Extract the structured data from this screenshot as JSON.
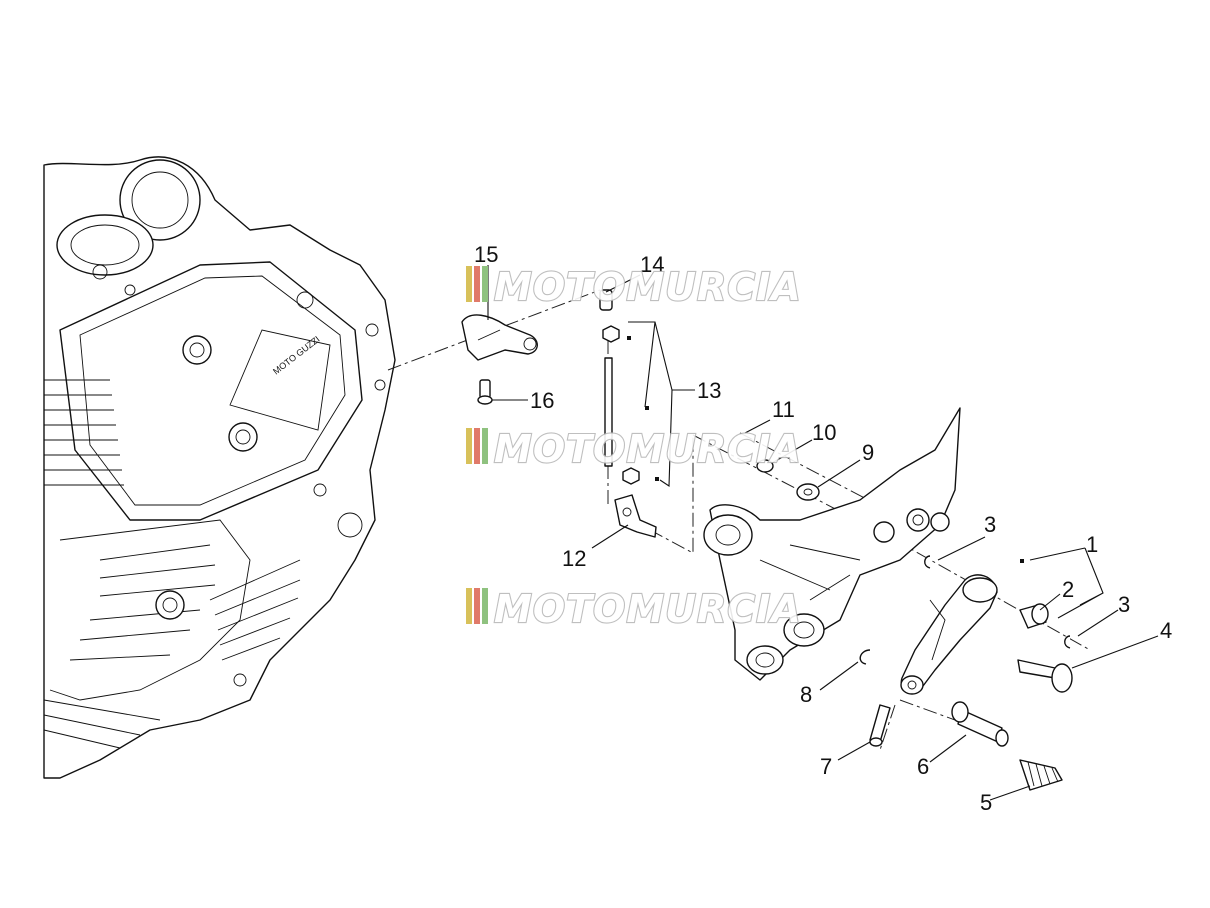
{
  "diagram": {
    "callouts": [
      {
        "id": "1",
        "text": "1"
      },
      {
        "id": "2",
        "text": "2"
      },
      {
        "id": "3a",
        "text": "3"
      },
      {
        "id": "3b",
        "text": "3"
      },
      {
        "id": "4",
        "text": "4"
      },
      {
        "id": "5",
        "text": "5"
      },
      {
        "id": "6",
        "text": "6"
      },
      {
        "id": "7",
        "text": "7"
      },
      {
        "id": "8",
        "text": "8"
      },
      {
        "id": "9",
        "text": "9"
      },
      {
        "id": "10",
        "text": "10"
      },
      {
        "id": "11",
        "text": "11"
      },
      {
        "id": "12",
        "text": "12"
      },
      {
        "id": "13",
        "text": "13"
      },
      {
        "id": "14",
        "text": "14"
      },
      {
        "id": "15",
        "text": "15"
      },
      {
        "id": "16",
        "text": "16"
      }
    ],
    "engine_label": "MOTO GUZZI"
  },
  "watermark": {
    "text": "MOTOMURCIA",
    "stripe_colors": [
      "#d8c15a",
      "#e07a6a",
      "#8fc27f"
    ]
  }
}
